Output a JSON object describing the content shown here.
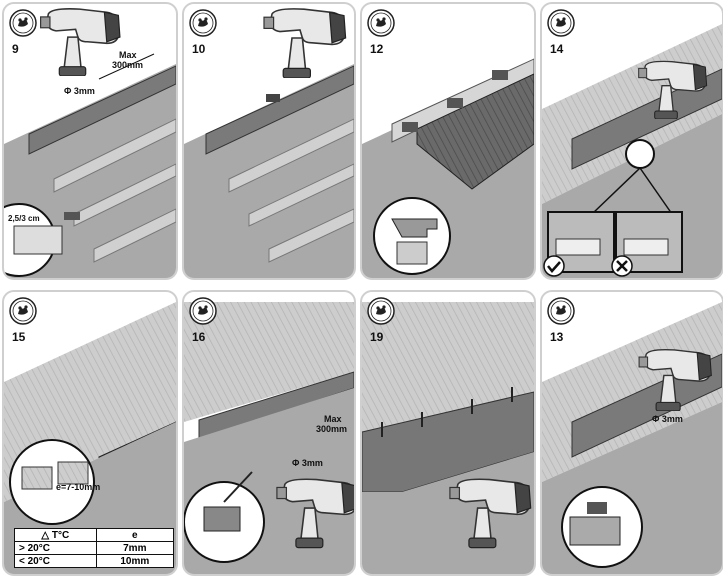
{
  "panels": [
    {
      "step": "9",
      "labels": {
        "max": "Max",
        "max_dist": "300mm",
        "diameter": "Φ 3mm",
        "gap": "2,5/3 cm"
      }
    },
    {
      "step": "10"
    },
    {
      "step": "12"
    },
    {
      "step": "14"
    },
    {
      "step": "15",
      "labels": {
        "gap": "e=7-10mm"
      }
    },
    {
      "step": "16",
      "labels": {
        "max": "Max",
        "max_dist": "300mm",
        "diameter": "Φ 3mm"
      }
    },
    {
      "step": "19"
    },
    {
      "step": "13",
      "labels": {
        "diameter": "Φ 3mm"
      }
    }
  ],
  "table": {
    "header": [
      "△ T°C",
      "e"
    ],
    "rows": [
      [
        ">  20°C",
        "7mm"
      ],
      [
        "<  20°C",
        "10mm"
      ]
    ]
  },
  "colors": {
    "board": "#c9c9c9",
    "board_dark": "#6e6e6e",
    "ground": "#a8a8a8",
    "panel_border": "#cfcfcf",
    "accent": "#111111"
  },
  "icons": [
    "logo-badge-icon",
    "drill-icon",
    "screw-icon",
    "clip-icon",
    "check-icon",
    "cross-icon"
  ]
}
